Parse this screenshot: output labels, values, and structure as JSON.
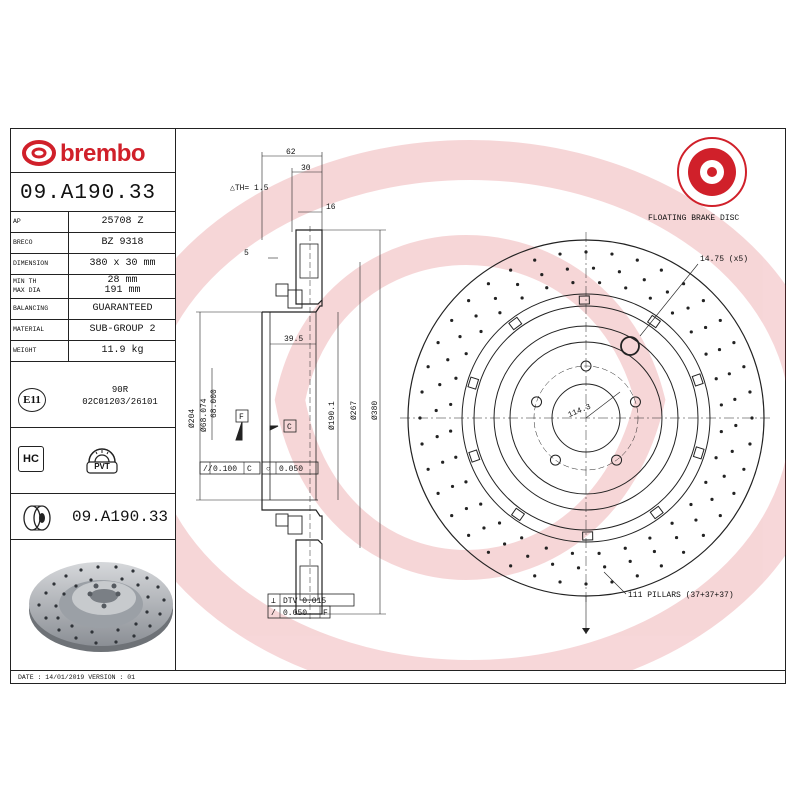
{
  "brand": {
    "name": "brembo",
    "color": "#d0202a"
  },
  "part_number": "09.A190.33",
  "specs": [
    {
      "key": "AP",
      "value": "25708 Z"
    },
    {
      "key": "BRECO",
      "value": "BZ 9318"
    },
    {
      "key": "DIMENSION",
      "value": "380 x 30 mm"
    },
    {
      "key": "MIN TH",
      "key2": "MAX DIA",
      "value": "28 mm",
      "value2": "191 mm"
    },
    {
      "key": "BALANCING",
      "value": "GUARANTEED"
    },
    {
      "key": "MATERIAL",
      "value": "SUB-GROUP 2"
    },
    {
      "key": "WEIGHT",
      "value": "11.9 kg"
    }
  ],
  "approval": {
    "mark": "E11",
    "line1": "90R",
    "line2": "02C01203/26101"
  },
  "badges": {
    "hc": "HC",
    "pvt": "PVT"
  },
  "part_number_repeat": "09.A190.33",
  "footer": "DATE : 14/01/2019 VERSION : 01",
  "drawing": {
    "dims": {
      "d62": "62",
      "d30": "30",
      "th": "△TH= 1.5",
      "d16": "16",
      "d5": "5",
      "d39_5": "39.5",
      "d204": "Ø204",
      "d68a": "Ø68.074",
      "d68b": "68.000",
      "d190": "Ø190.1",
      "d267": "Ø267",
      "d380": "Ø380",
      "f": "F",
      "c": "C",
      "tol1": "0.100",
      "tol1_ref": "C",
      "tol2": "0.050",
      "dtv": "DTV 0.015",
      "tol3": "0.050",
      "tol3_ref": "F"
    },
    "front": {
      "floating": "FLOATING BRAKE DISC",
      "hole": "14.75 (x5)",
      "pcd": "114.3",
      "pillars": "111 PILLARS (37+37+37)"
    }
  }
}
